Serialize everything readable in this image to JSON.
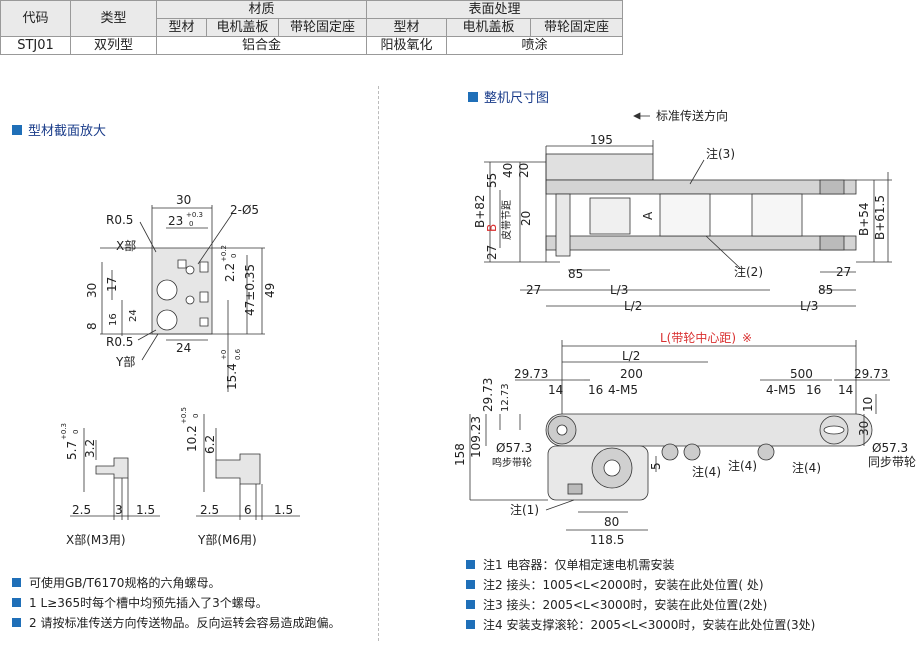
{
  "table": {
    "h_code": "代码",
    "h_type": "类型",
    "h_material": "材质",
    "h_surface": "表面处理",
    "s_profile": "型材",
    "s_cover": "电机盖板",
    "s_seat": "带轮固定座",
    "s2_profile": "型材",
    "s2_cover": "电机盖板",
    "s2_seat": "带轮固定座",
    "code": "STJ01",
    "type": "双列型",
    "mat_val": "铝合金",
    "surf_profile": "阳极氧化",
    "surf_paint": "喷涂"
  },
  "sections": {
    "profile_title": "型材截面放大",
    "machine_title": "整机尺寸图"
  },
  "profile": {
    "d30": "30",
    "d23": "23",
    "d23_tol": "+0.3",
    "d23_tol0": "0",
    "d2phi5": "2-Ø5",
    "r05a": "R0.5",
    "xpart": "X部",
    "d30v": "30",
    "d17": "17",
    "d8": "8",
    "d16": "16",
    "d24v": "24",
    "d22": "2.2",
    "d22_tol": "+0.2",
    "d22_tol0": "0",
    "d47": "47±0.35",
    "d49": "49",
    "r05b": "R0.5",
    "ypart": "Y部",
    "d24h": "24",
    "d154": "15.4",
    "d154_tol": "+0",
    "d154_tol2": "0.6",
    "x_57": "5.7",
    "x_57_tol": "+0.3",
    "x_57_tol0": "0",
    "x_32": "3.2",
    "x_25": "2.5",
    "x_3": "3",
    "x_15": "1.5",
    "x_caption": "X部(M3用)",
    "y_102": "10.2",
    "y_102_tol": "+0.5",
    "y_102_tol0": "0",
    "y_62": "6.2",
    "y_25": "2.5",
    "y_6": "6",
    "y_15": "1.5",
    "y_caption": "Y部(M6用)"
  },
  "top": {
    "direction": "标准传送方向",
    "d195": "195",
    "note3": "注(3)",
    "d55": "55",
    "d40": "40",
    "d20a": "20",
    "d82": "B+82",
    "bl": "B",
    "bl_sub": "皮带节距",
    "A": "A",
    "d20b": "20",
    "d27": "27",
    "note2": "注(2)",
    "d85a": "85",
    "d54": "B+54",
    "d615": "B+61.5",
    "d27b": "27",
    "d27c": "27",
    "dL3a": "L/3",
    "dL2": "L/2",
    "d85b": "85",
    "dL3b": "L/3"
  },
  "side": {
    "L_label": "L(带轮中心距)",
    "L_mark": "※",
    "dL2": "L/2",
    "d2973a": "29.73",
    "d200": "200",
    "d500": "500",
    "d2973b": "29.73",
    "d2973v": "29.73",
    "d1273": "12.73",
    "d14a": "14",
    "d16a": "16",
    "m5a": "4-M5",
    "m5b": "4-M5",
    "d16b": "16",
    "d14b": "14",
    "d10": "10",
    "d10923": "109.23",
    "d158": "158",
    "phi573a": "Ø57.3",
    "drive": "鸣步带轮",
    "d30": "30",
    "phi573b": "Ø57.3",
    "sync": "同步带轮",
    "note4a": "注(4)",
    "note4b": "注(4)",
    "note4c": "注(4)",
    "d5": "5",
    "note1": "注(1)",
    "d80": "80",
    "d1185": "118.5"
  },
  "left_notes": [
    "可使用GB/T6170规格的六角螺母。",
    "1  L≥365时每个槽中均预先插入了3个螺母。",
    "2 请按标准传送方向传送物品。反向运转会容易造成跑偏。"
  ],
  "right_notes": [
    "注1 电容器：仅单相定速电机需安装",
    "注2 接头：1005<L<2000时，安装在此处位置( 处)",
    "注3 接头：2005<L<3000时，安装在此处位置(2处)",
    "注4 安装支撑滚轮：2005<L<3000时，安装在此处位置(3处)"
  ],
  "colors": {
    "accent": "#1f6fb8",
    "red": "#d93030",
    "line": "#333333",
    "part": "#d9d9d9"
  }
}
